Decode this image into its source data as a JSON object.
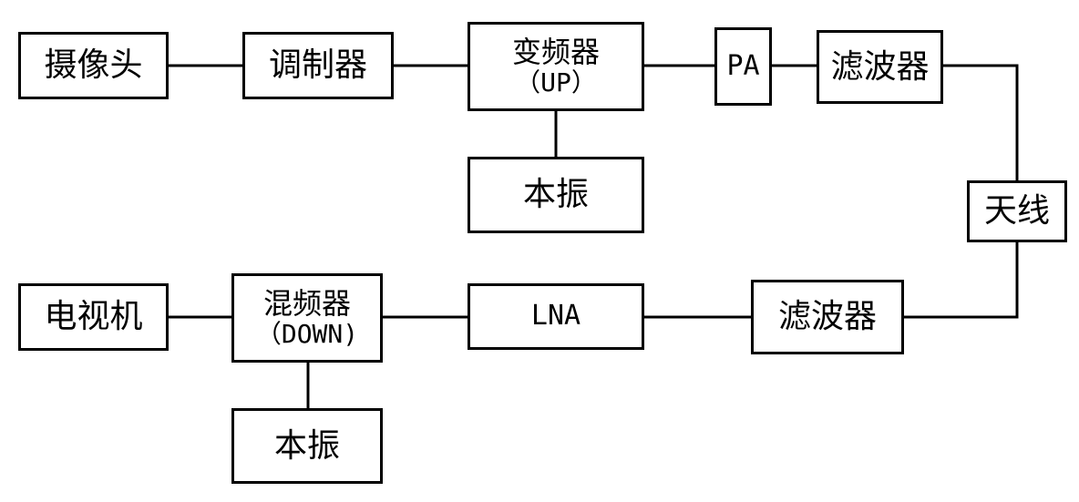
{
  "transmit_chain": {
    "camera": "摄像头",
    "modulator": "调制器",
    "upconverter": {
      "line1": "变频器",
      "line2": "（UP）"
    },
    "local_osc_tx": "本振",
    "pa": "PA",
    "filter_tx": "滤波器"
  },
  "antenna": "天线",
  "receive_chain": {
    "filter_rx": "滤波器",
    "lna": "LNA",
    "mixer": {
      "line1": "混频器",
      "line2": "（DOWN)"
    },
    "local_osc_rx": "本振",
    "tv": "电视机"
  }
}
